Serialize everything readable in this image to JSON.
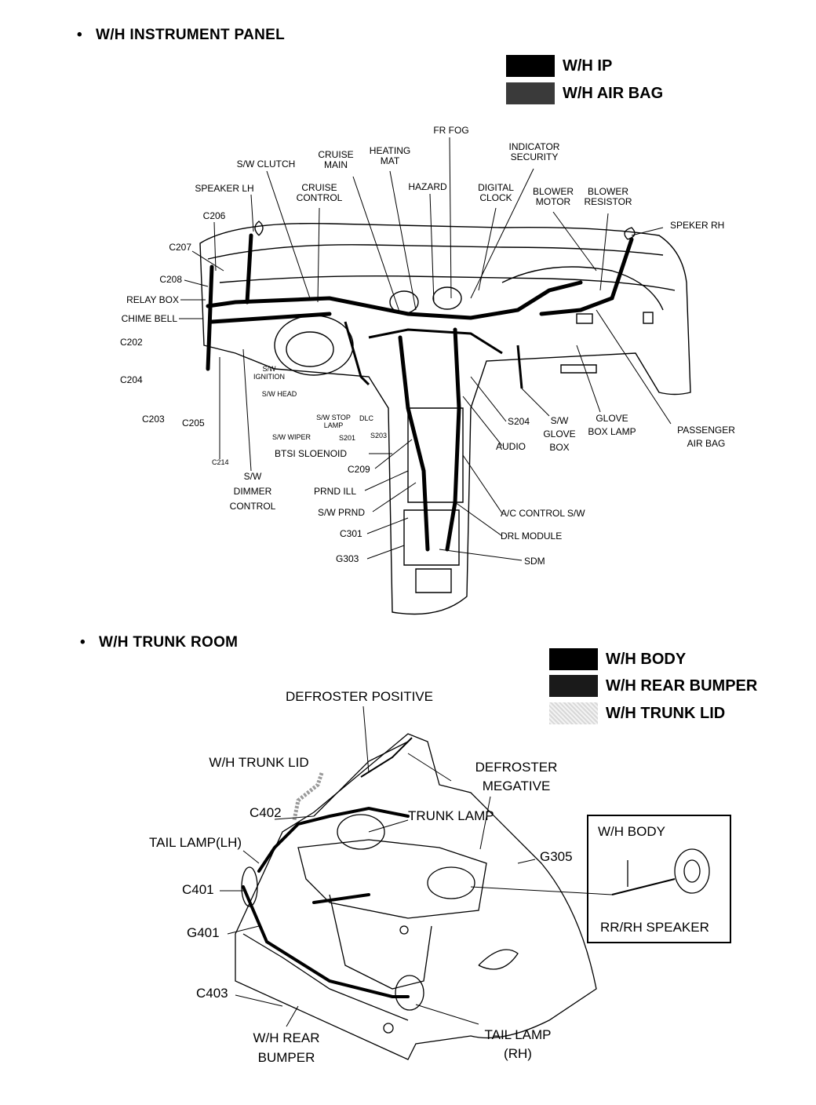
{
  "sections": {
    "instrument_panel": {
      "bullet": "•",
      "title": "W/H INSTRUMENT PANEL",
      "legend": [
        {
          "label": "W/H IP",
          "color": "#000000"
        },
        {
          "label": "W/H AIR BAG",
          "color": "#3a3a3a"
        }
      ],
      "labels": {
        "fr_fog": "FR FOG",
        "indicator_security": "INDICATOR\nSECURITY",
        "heating_mat": "HEATING\nMAT",
        "cruise_main": "CRUISE\nMAIN",
        "sw_clutch": "S/W CLUTCH",
        "cruise_control": "CRUISE\nCONTROL",
        "hazard": "HAZARD",
        "digital_clock": "DIGITAL\nCLOCK",
        "blower_motor": "BLOWER\nMOTOR",
        "blower_resistor": "BLOWER\nRESISTOR",
        "speaker_lh": "SPEAKER LH",
        "c206": "C206",
        "speker_rh": "SPEKER RH",
        "c207": "C207",
        "c208": "C208",
        "relay_box": "RELAY BOX",
        "chime_bell": "CHIME BELL",
        "c202": "C202",
        "c204": "C204",
        "c203": "C203",
        "c205": "C205",
        "sw_ignition": "S/W\nIGNITION",
        "sw_head": "S/W HEAD",
        "sw_stop_lamp": "S/W STOP\nLAMP",
        "dlc": "DLC",
        "s201": "S201",
        "s203": "S203",
        "sw_wiper": "S/W WIPER",
        "c214": "C214",
        "sw_dimmer_control": "S/W\nDIMMER\nCONTROL",
        "btsi_solenoid": "BTSI SLOENOID",
        "c209": "C209",
        "prnd_ill": "PRND ILL",
        "sw_prnd": "S/W PRND",
        "c301": "C301",
        "g303": "G303",
        "s204": "S204",
        "audio": "AUDIO",
        "sw_glove_box": "S/W\nGLOVE\nBOX",
        "glove_box_lamp": "GLOVE\nBOX LAMP",
        "passenger_air_bag": "PASSENGER\nAIR BAG",
        "ac_control_sw": "A/C CONTROL S/W",
        "drl_module": "DRL MODULE",
        "sdm": "SDM"
      }
    },
    "trunk_room": {
      "bullet": "•",
      "title": "W/H TRUNK ROOM",
      "legend": [
        {
          "label": "W/H BODY",
          "color": "#000000"
        },
        {
          "label": "W/H REAR BUMPER",
          "color": "#1a1a1a"
        },
        {
          "label": "W/H TRUNK LID",
          "color": "#cfcfcf"
        }
      ],
      "labels": {
        "defroster_positive": "DEFROSTER POSITIVE",
        "wh_trunk_lid": "W/H TRUNK LID",
        "defroster_negative": "DEFROSTER\nMEGATIVE",
        "c402": "C402",
        "trunk_lamp": "TRUNK LAMP",
        "tail_lamp_lh": "TAIL LAMP(LH)",
        "g305": "G305",
        "c401": "C401",
        "g401": "G401",
        "c403": "C403",
        "wh_rear_bumper": "W/H REAR\nBUMPER",
        "tail_lamp_rh": "TAIL LAMP\n(RH)"
      },
      "inset": {
        "wh_body": "W/H BODY",
        "rr_rh_speaker": "RR/RH SPEAKER"
      }
    }
  }
}
